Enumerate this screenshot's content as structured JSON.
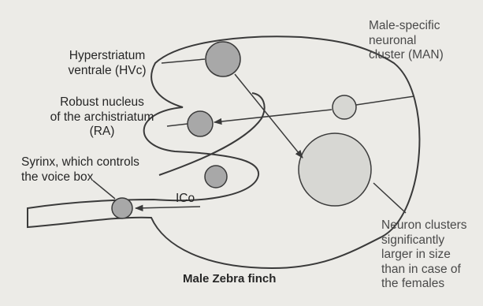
{
  "figure": {
    "caption": "Male Zebra finch",
    "labels": {
      "hvc": [
        "Hyperstriatum",
        "ventrale (HVc)"
      ],
      "ra": [
        "Robust nucleus",
        "of the archistriatum",
        "(RA)"
      ],
      "syrinx": [
        "Syrinx, which controls",
        "the voice box"
      ],
      "ico": "ICo",
      "man": [
        "Male-specific",
        "neuronal",
        "cluster (MAN)"
      ],
      "neuron_clusters": [
        "Neuron clusters",
        "significantly",
        "larger in size",
        "than in case of",
        "the females"
      ]
    },
    "colors": {
      "nucleus_fill": "#a8a8a8",
      "pale_fill": "#d7d7d3",
      "outline": "#3a3a3a",
      "background": "#ecebe7"
    }
  }
}
